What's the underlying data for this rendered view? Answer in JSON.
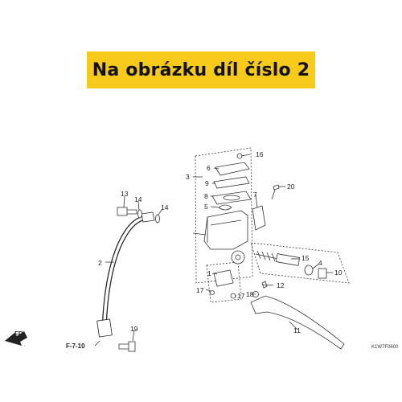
{
  "banner": {
    "text": "Na obrázku díl číslo 2",
    "bg_color": "#f7c91a"
  },
  "diagram": {
    "line_color": "#333333",
    "callouts": [
      "1",
      "2",
      "3",
      "4",
      "5",
      "6",
      "7",
      "8",
      "9",
      "10",
      "11",
      "12",
      "13",
      "14",
      "14",
      "15",
      "16",
      "17",
      "17",
      "18",
      "19",
      "20"
    ],
    "direction_label": "FR.",
    "reference_label": "F-7-10",
    "drawing_code": "K1W7F0600"
  }
}
